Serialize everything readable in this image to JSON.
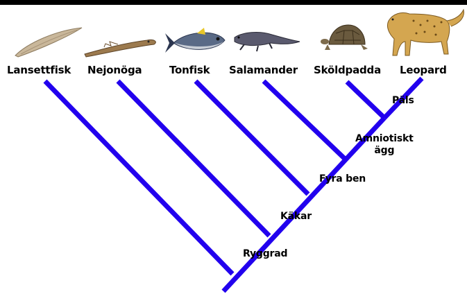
{
  "taxa": [
    {
      "name": "Lansettfisk",
      "icon": "lancelet-icon"
    },
    {
      "name": "Nejonöga",
      "icon": "lamprey-icon"
    },
    {
      "name": "Tonfisk",
      "icon": "tuna-icon"
    },
    {
      "name": "Salamander",
      "icon": "salamander-icon"
    },
    {
      "name": "Sköldpadda",
      "icon": "tortoise-icon"
    },
    {
      "name": "Leopard",
      "icon": "leopard-icon"
    }
  ],
  "traits": [
    "Päls",
    "Amniotiskt\nägg",
    "Fyra ben",
    "Käkar",
    "Ryggrad"
  ],
  "colors": {
    "branch": "#2200ee",
    "top_bar": "#000000",
    "text": "#000000"
  }
}
